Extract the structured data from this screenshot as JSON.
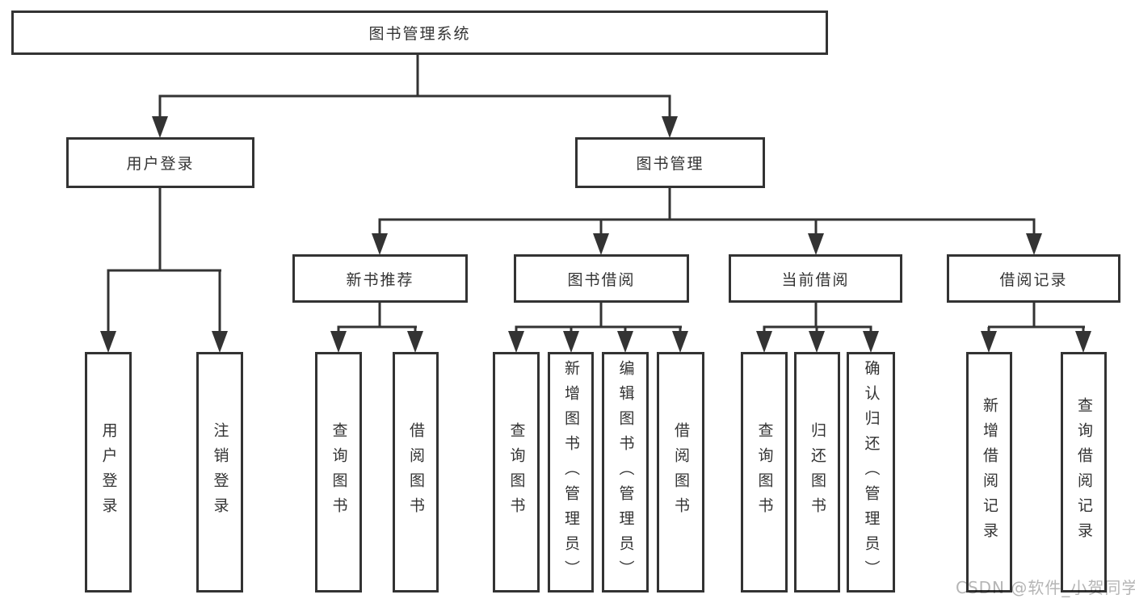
{
  "colors": {
    "line": "#333333",
    "text": "#333333",
    "box_border": "#333333",
    "box_fill": "#ffffff",
    "watermark": "#b5b5b5",
    "background": "#ffffff"
  },
  "tree": {
    "label": "图书管理系统",
    "children": [
      {
        "label": "用户登录",
        "children": [
          {
            "label": "用户登录"
          },
          {
            "label": "注销登录"
          }
        ]
      },
      {
        "label": "图书管理",
        "children": [
          {
            "label": "新书推荐",
            "children": [
              {
                "label": "查询图书"
              },
              {
                "label": "借阅图书"
              }
            ]
          },
          {
            "label": "图书借阅",
            "children": [
              {
                "label": "查询图书"
              },
              {
                "label": "新增图书（管理员）"
              },
              {
                "label": "编辑图书（管理员）"
              },
              {
                "label": "借阅图书"
              }
            ]
          },
          {
            "label": "当前借阅",
            "children": [
              {
                "label": "查询图书"
              },
              {
                "label": "归还图书"
              },
              {
                "label": "确认归还（管理员）"
              }
            ]
          },
          {
            "label": "借阅记录",
            "children": [
              {
                "label": "新增借阅记录"
              },
              {
                "label": "查询借阅记录"
              }
            ]
          }
        ]
      }
    ]
  },
  "watermark": {
    "text": "CSDN @软件_小贺同学"
  }
}
